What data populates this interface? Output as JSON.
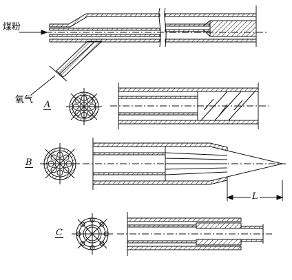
{
  "labels": {
    "coal_powder": "煤粉",
    "oxygen": "氧气",
    "section_a": "A",
    "section_b": "B",
    "section_c": "C",
    "flame_length": "L"
  },
  "colors": {
    "ink": "#111111",
    "paper": "#ffffff"
  }
}
